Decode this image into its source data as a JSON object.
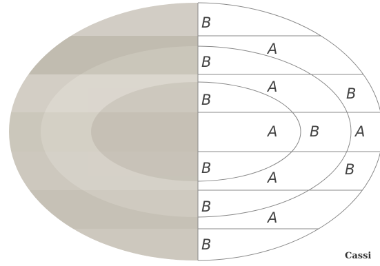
{
  "diagram": {
    "left_panel": {
      "bands": [
        {
          "label": "B",
          "color": "#d8d3ca"
        },
        {
          "label": "B",
          "color": "#cbc5bb"
        },
        {
          "label": "B",
          "color": "#d9d4cb"
        },
        {
          "label": "",
          "color": "#e3ded6"
        },
        {
          "label": "B",
          "color": "#cbc5bb"
        },
        {
          "label": "B",
          "color": "#d6d1c8"
        },
        {
          "label": "B",
          "color": "#cbc5bb"
        }
      ],
      "ring_colors": {
        "outer": "#c3bdb2",
        "middle": "#d6d0c6",
        "inner": "#b9b2a6"
      }
    },
    "right_panel": {
      "row_labels": [
        "B",
        "B",
        "B",
        "",
        "B",
        "B",
        "B"
      ],
      "zone_labels": {
        "row2_inner": "A",
        "row3_inner": "A",
        "row3_outer": "B",
        "row4_center": "A",
        "row4_middle": "B",
        "row4_outer": "A",
        "row5_inner": "A",
        "row5_outer": "B",
        "row6_inner": "A"
      }
    },
    "line_color": "#888888",
    "caption": "Cassi"
  }
}
